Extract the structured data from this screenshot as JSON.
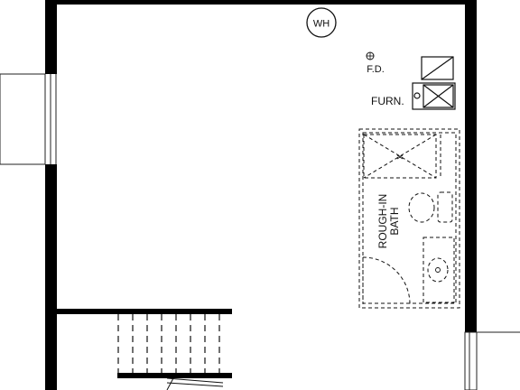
{
  "plan": {
    "water_heater_label": "WH",
    "floor_drain_label": "F.D.",
    "furnace_label": "FURN.",
    "rough_in_line1": "ROUGH-IN",
    "rough_in_line2": "BATH"
  }
}
